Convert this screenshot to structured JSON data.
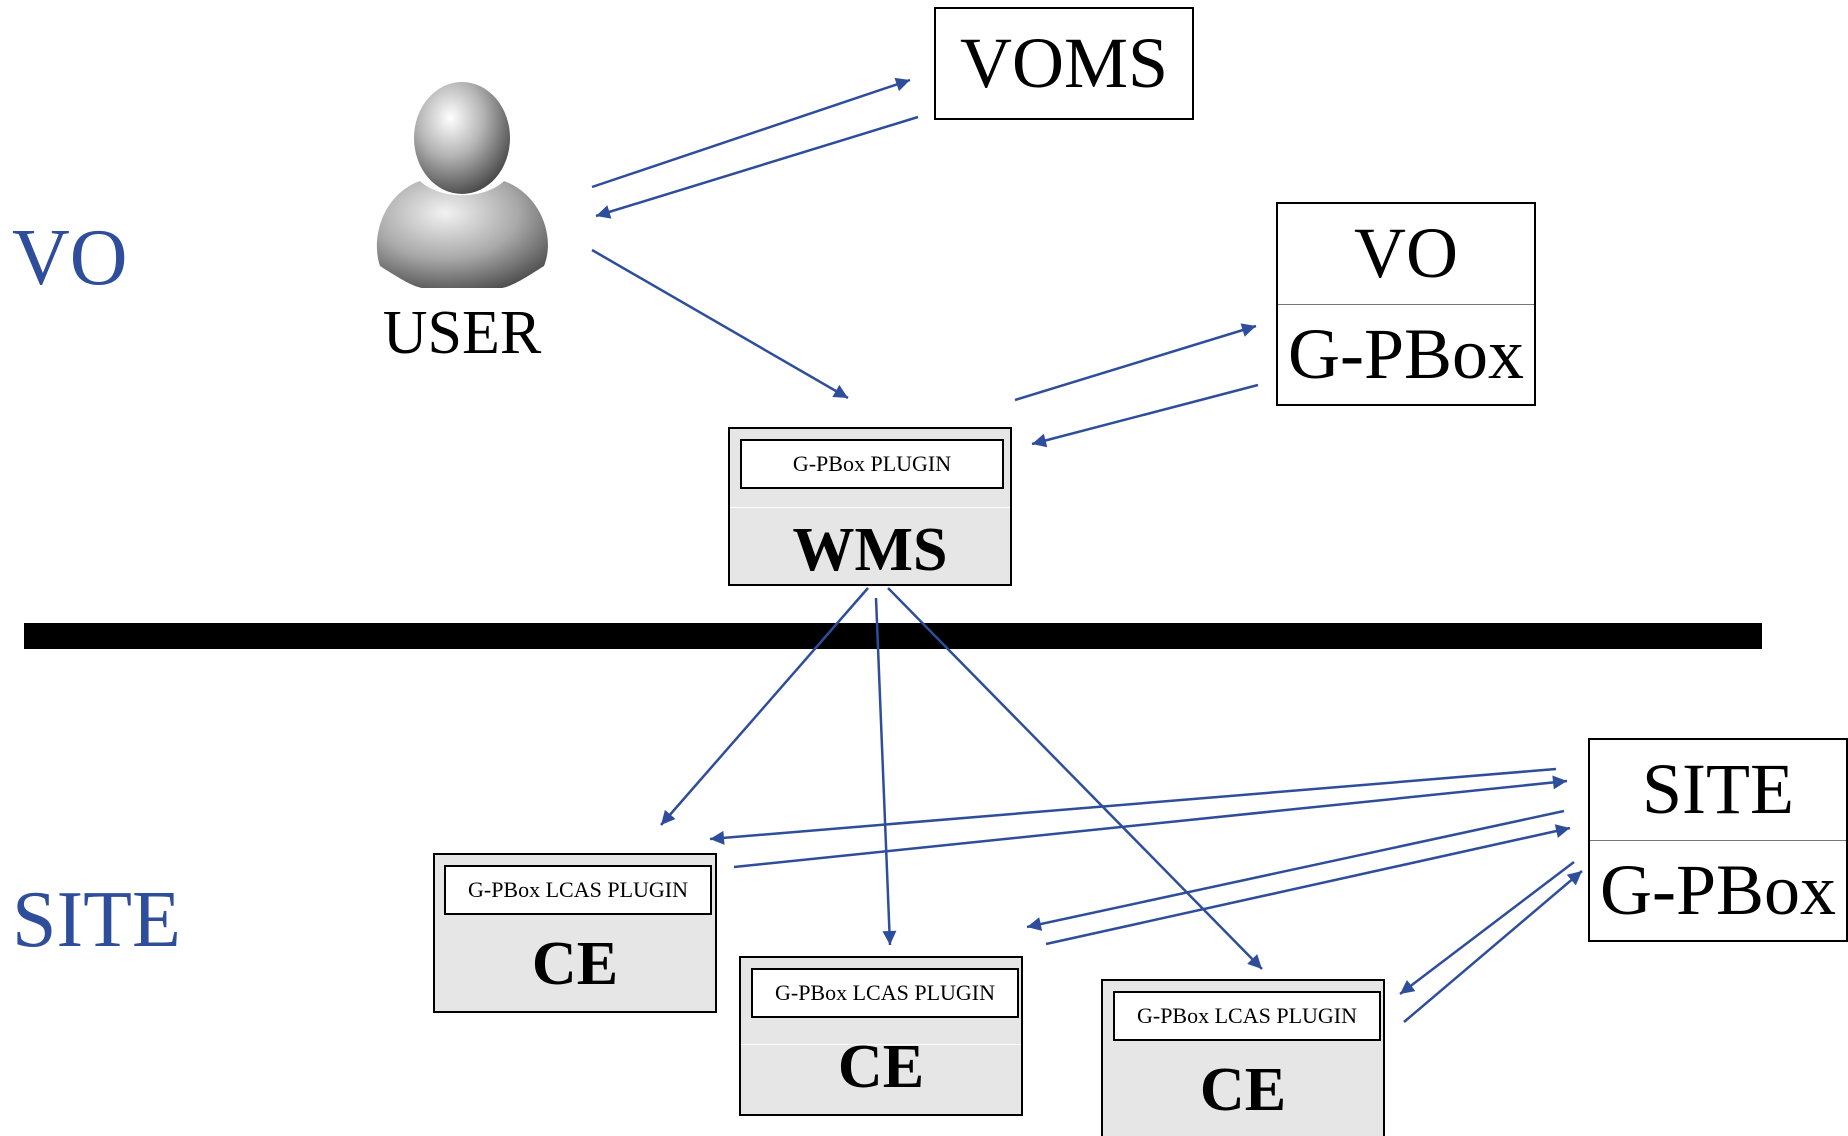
{
  "regions": {
    "vo": "VO",
    "site": "SITE"
  },
  "user": {
    "label": "USER"
  },
  "voms": {
    "label": "VOMS"
  },
  "vo_gpbox": {
    "top": "VO",
    "bottom": "G-PBox"
  },
  "site_gpbox": {
    "top": "SITE",
    "bottom": "G-PBox"
  },
  "wms": {
    "plugin": "G-PBox PLUGIN",
    "label": "WMS"
  },
  "ce_nodes": [
    {
      "plugin": "G-PBox LCAS PLUGIN",
      "label": "CE"
    },
    {
      "plugin": "G-PBox LCAS PLUGIN",
      "label": "CE"
    },
    {
      "plugin": "G-PBox LCAS PLUGIN",
      "label": "CE"
    }
  ],
  "colors": {
    "region_text": "#2E4D9B",
    "arrow": "#2E4D9B",
    "divider": "#000000",
    "node_fill": "#e6e6e6"
  },
  "icons": {
    "user": "user-avatar-icon"
  }
}
